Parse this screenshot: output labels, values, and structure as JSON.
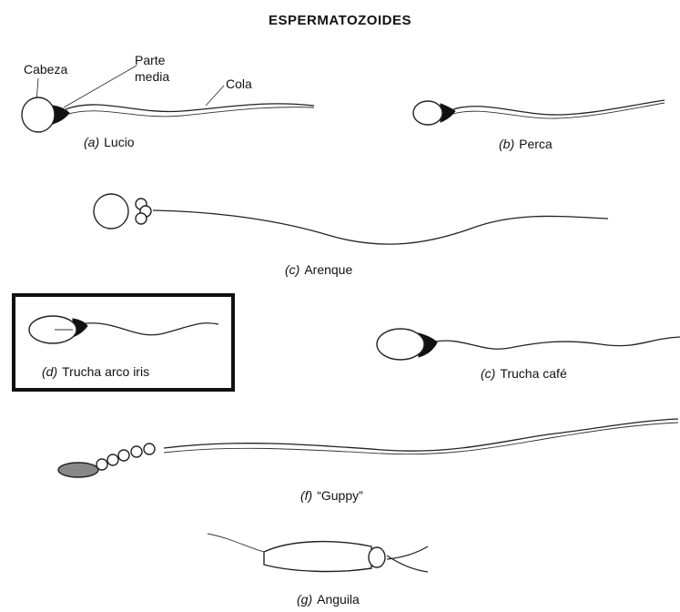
{
  "title": "ESPERMATOZOIDES",
  "labels": {
    "head": "Cabeza",
    "midpiece_line1": "Parte",
    "midpiece_line2": "media",
    "tail": "Cola"
  },
  "figures": [
    {
      "letter": "(a)",
      "name": "Lucio"
    },
    {
      "letter": "(b)",
      "name": "Perca"
    },
    {
      "letter": "(c)",
      "name": "Arenque"
    },
    {
      "letter": "(d)",
      "name": "Trucha arco iris"
    },
    {
      "letter": "(c)",
      "name": "Trucha café"
    },
    {
      "letter": "(f)",
      "name": "“Guppy”"
    },
    {
      "letter": "(g)",
      "name": "Anguila"
    }
  ]
}
